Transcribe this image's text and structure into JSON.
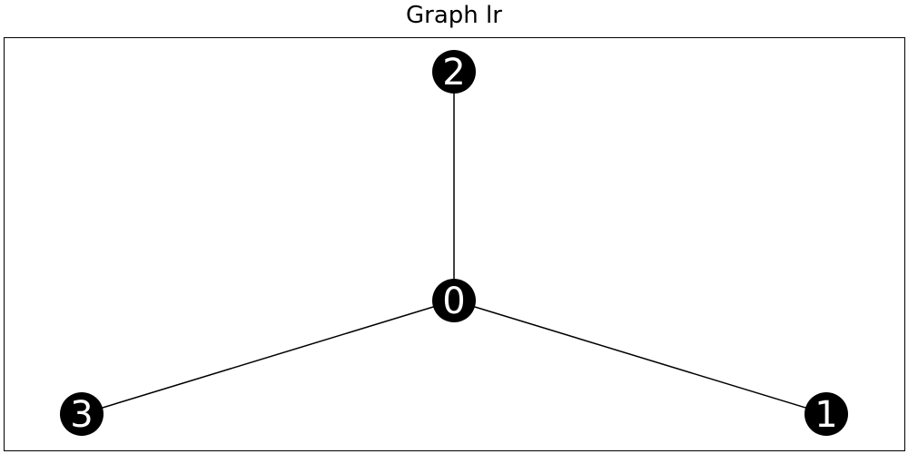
{
  "figure": {
    "title": "Graph lr"
  },
  "colors": {
    "node_fill": "#000000",
    "node_label": "#ffffff",
    "edge": "#000000",
    "frame": "#000000",
    "background": "#ffffff"
  },
  "graph": {
    "nodes": [
      {
        "id": "0",
        "label": "0"
      },
      {
        "id": "1",
        "label": "1"
      },
      {
        "id": "2",
        "label": "2"
      },
      {
        "id": "3",
        "label": "3"
      }
    ],
    "edges": [
      {
        "source": "0",
        "target": "2"
      },
      {
        "source": "0",
        "target": "1"
      },
      {
        "source": "0",
        "target": "3"
      }
    ]
  }
}
